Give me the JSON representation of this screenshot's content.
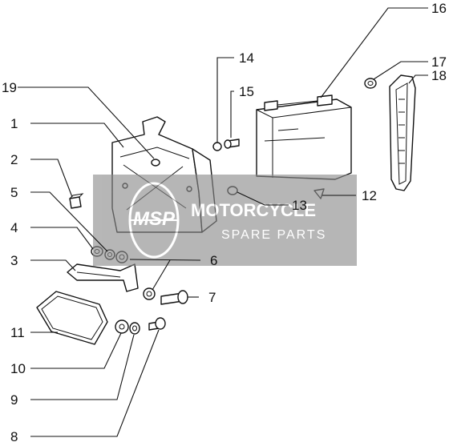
{
  "callouts": [
    {
      "n": "1"
    },
    {
      "n": "2"
    },
    {
      "n": "3"
    },
    {
      "n": "4"
    },
    {
      "n": "5"
    },
    {
      "n": "6"
    },
    {
      "n": "7"
    },
    {
      "n": "8"
    },
    {
      "n": "9"
    },
    {
      "n": "10"
    },
    {
      "n": "11"
    },
    {
      "n": "12"
    },
    {
      "n": "13"
    },
    {
      "n": "14"
    },
    {
      "n": "15"
    },
    {
      "n": "16"
    },
    {
      "n": "17"
    },
    {
      "n": "18"
    },
    {
      "n": "19"
    }
  ],
  "watermark": {
    "logo": "MSP",
    "line1": "MOTORCYCLE",
    "line2": "SPARE PARTS"
  },
  "colors": {
    "line": "#111111",
    "watermark": "#8a8a8a",
    "watermark_text": "#ffffff"
  }
}
